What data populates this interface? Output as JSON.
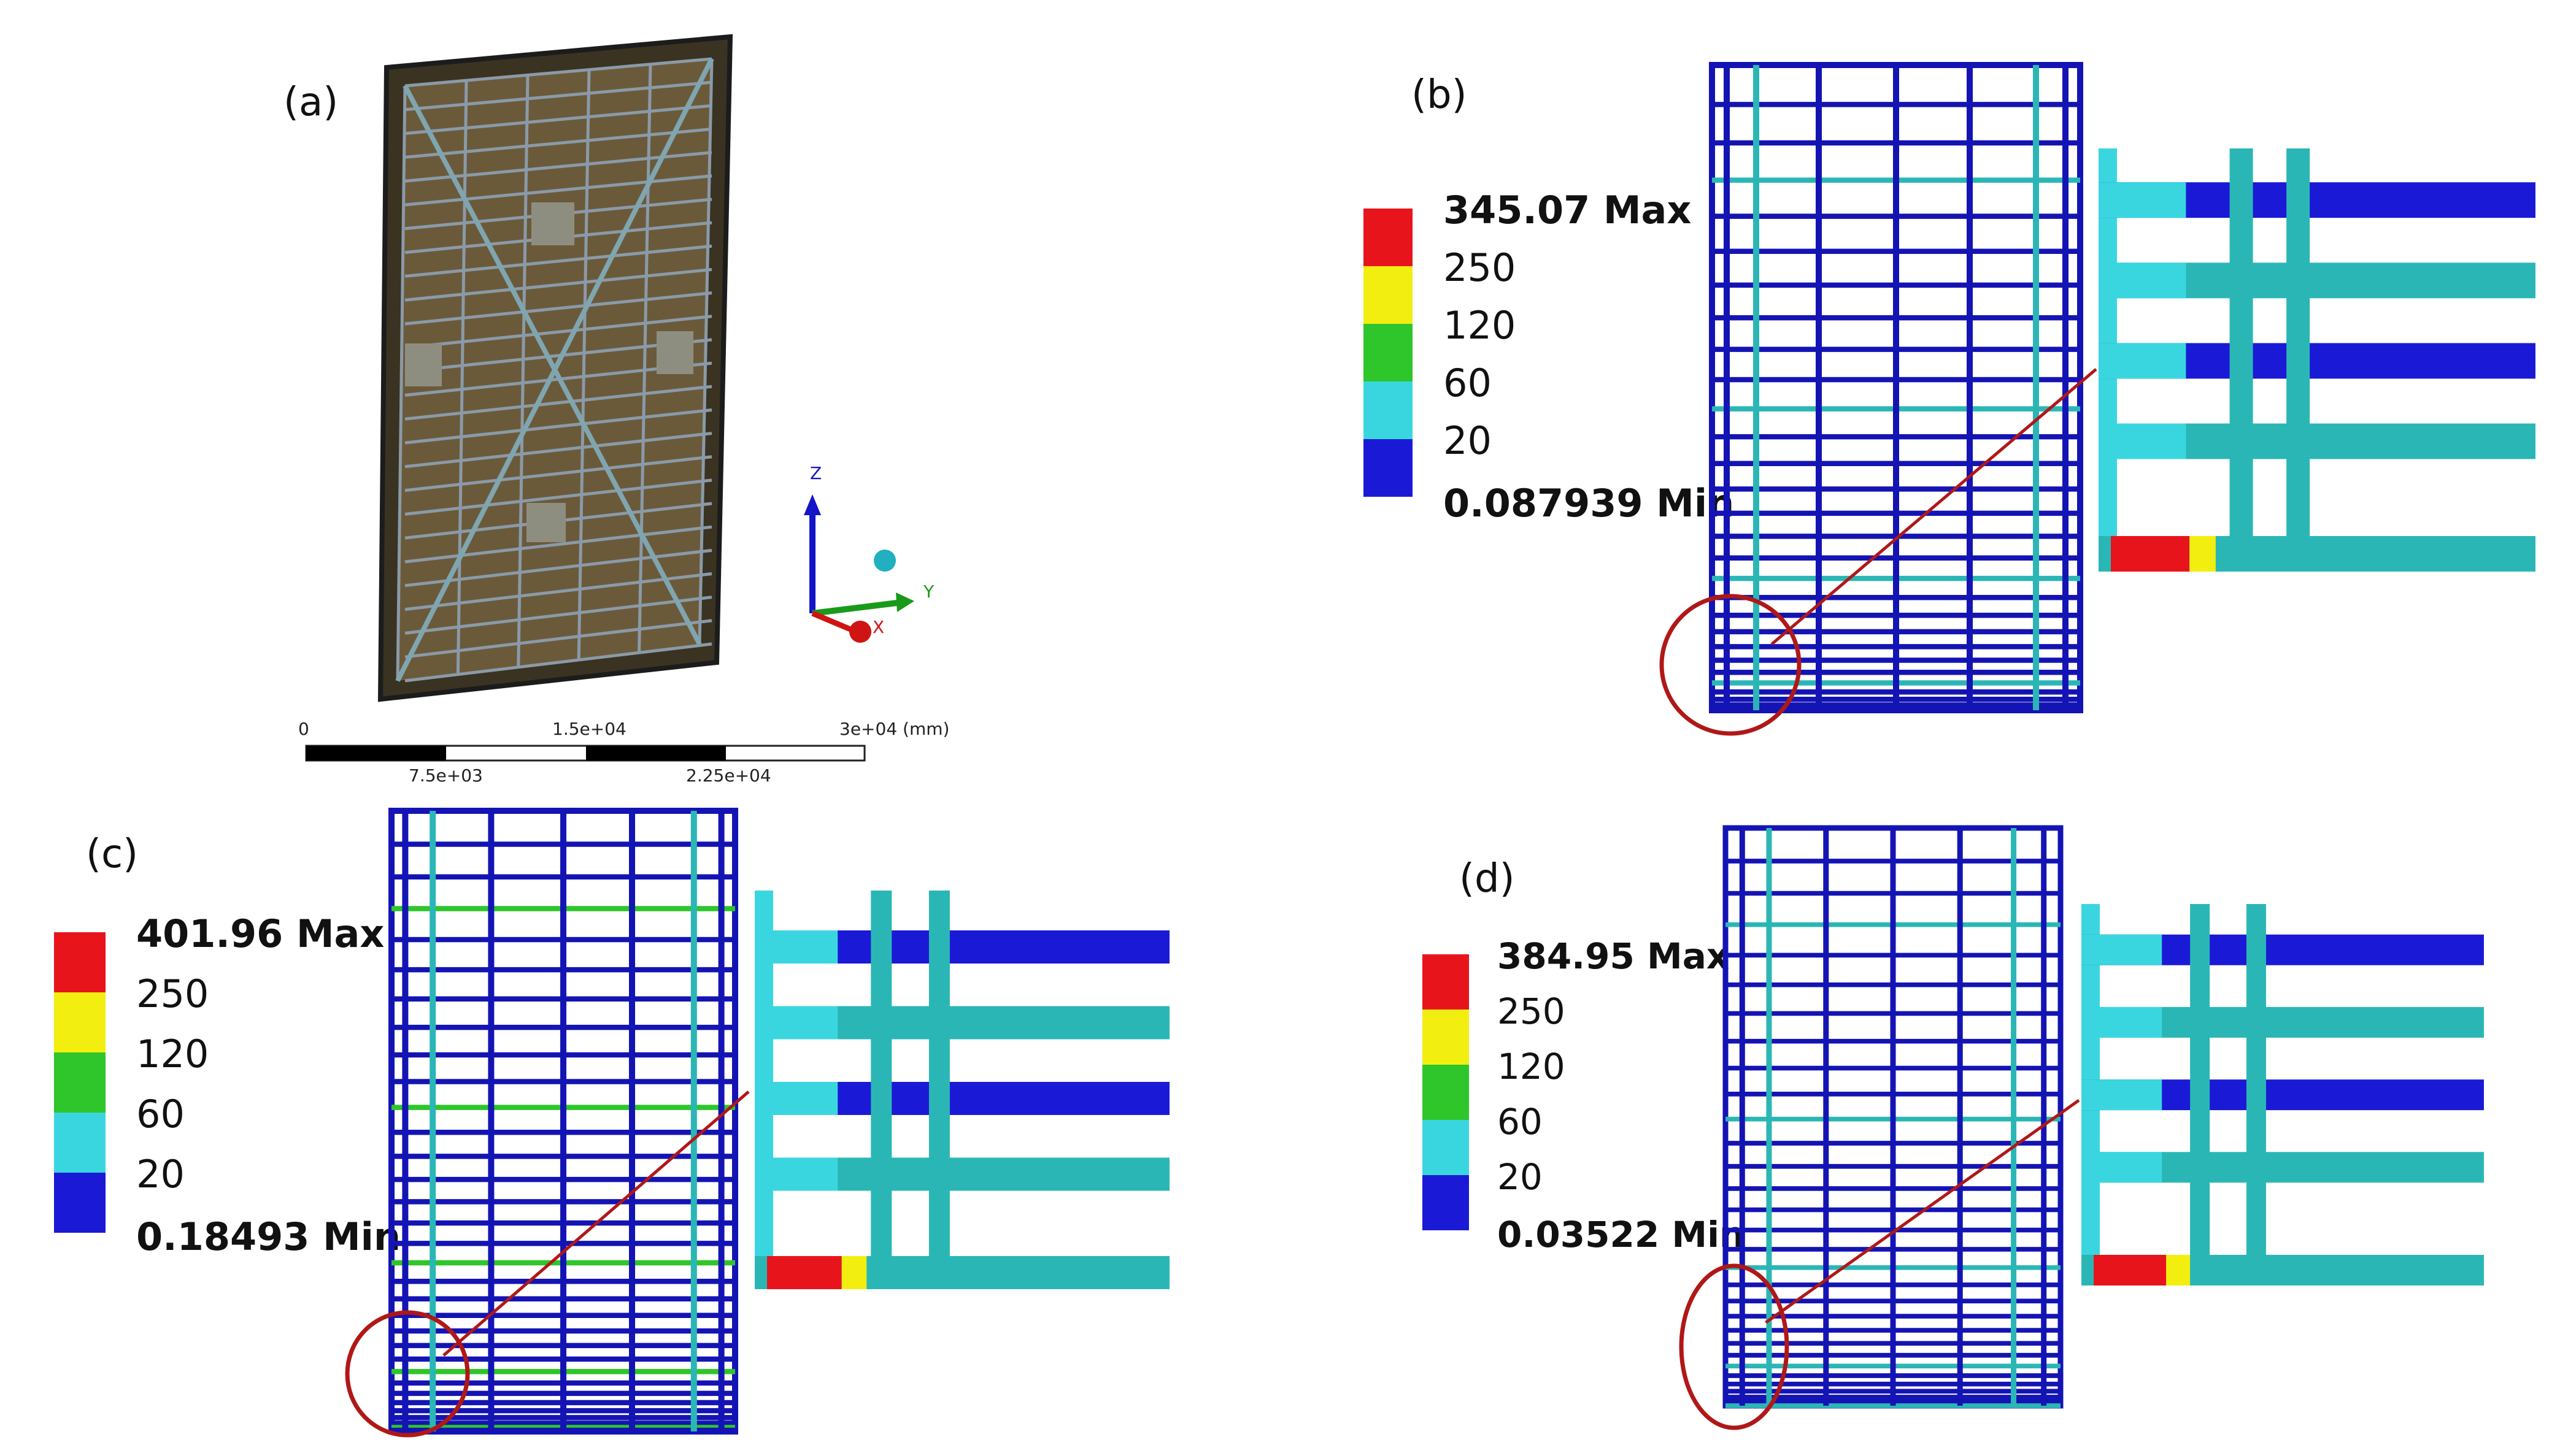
{
  "colors": {
    "red": "#e8141c",
    "yellow": "#f2ee10",
    "green": "#2ec62a",
    "cyan": "#3ad6e0",
    "blue": "#1a1ad6",
    "frame_blue": "#1414b4",
    "teal": "#2bb6b6",
    "circle": "#b01818",
    "panel_frame": "#3a3a3a",
    "panel_fill": "#6b5a3a"
  },
  "panels": {
    "a": {
      "label": "(a)",
      "axes": {
        "z": "Z",
        "y": "Y",
        "x": "X"
      },
      "scale_bar": {
        "top": [
          "0",
          "1.5e+04",
          "3e+04 (mm)"
        ],
        "bottom": [
          "7.5e+03",
          "2.25e+04"
        ]
      }
    },
    "b": {
      "label": "(b)",
      "legend": [
        "345.07 Max",
        "250",
        "120",
        "60",
        "20",
        "0.087939 Min"
      ]
    },
    "c": {
      "label": "(c)",
      "legend": [
        "401.96 Max",
        "250",
        "120",
        "60",
        "20",
        "0.18493 Min"
      ]
    },
    "d": {
      "label": "(d)",
      "legend": [
        "384.95 Max",
        "250",
        "120",
        "60",
        "20",
        "0.03522 Min"
      ]
    }
  }
}
